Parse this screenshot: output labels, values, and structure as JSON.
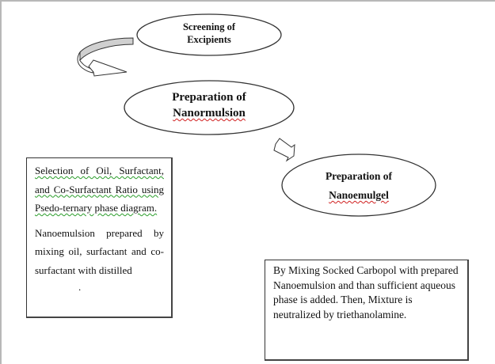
{
  "diagram": {
    "type": "flowchart",
    "nodes": [
      {
        "id": "screening",
        "shape": "ellipse",
        "line1": "Screening of",
        "line2": "Excipients"
      },
      {
        "id": "nanoemulsion",
        "shape": "ellipse",
        "line1": "Preparation of",
        "line2": "Nanormulsion"
      },
      {
        "id": "nanoemulgel",
        "shape": "ellipse",
        "line1": "Preparation of",
        "line2": "Nanoemulgel"
      }
    ],
    "boxes": {
      "left": {
        "para1": "Selection of Oil, Surfactant, and Co-Surfactant Ratio using Psedo-ternary phase diagram.",
        "para2": "Nanoemulsion prepared by mixing oil, surfactant and co-surfactant with distilled",
        "para2_overflow": "."
      },
      "right": {
        "text": "By Mixing Socked Carbopol with prepared Nanoemulsion and than sufficient aqueous phase is added. Then, Mixture is neutralized by triethanolamine."
      }
    },
    "arrows": [
      {
        "from": "screening",
        "to": "nanoemulsion",
        "style": "curved-block-arrow"
      },
      {
        "from": "nanoemulsion",
        "to": "nanoemulgel",
        "style": "small-block-arrow"
      }
    ],
    "colors": {
      "outline": "#333333",
      "arrow_fill_shaded": "#d0d0d0",
      "arrow_fill": "#ffffff",
      "spell_red": "#d02020",
      "spell_green": "#2a9d2a"
    }
  }
}
